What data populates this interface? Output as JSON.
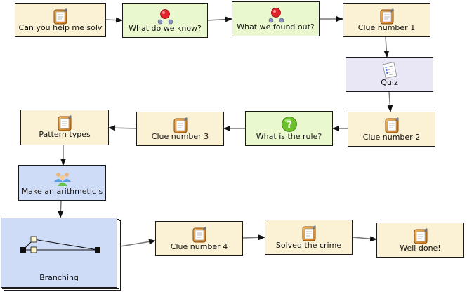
{
  "diagram": {
    "nodes": [
      {
        "id": "n1",
        "label": "Can you help me solv",
        "icon": "notepad-icon"
      },
      {
        "id": "n2",
        "label": "What do we know?",
        "icon": "molecule-icon"
      },
      {
        "id": "n3",
        "label": "What we found out?",
        "icon": "molecule-icon"
      },
      {
        "id": "n4",
        "label": "Clue number 1",
        "icon": "notepad-icon"
      },
      {
        "id": "n5",
        "label": "Quiz",
        "icon": "checklist-icon"
      },
      {
        "id": "n6",
        "label": "Clue number 2",
        "icon": "notepad-icon"
      },
      {
        "id": "n7",
        "label": "What is the rule?",
        "icon": "question-icon"
      },
      {
        "id": "n8",
        "label": "Clue number 3",
        "icon": "notepad-icon"
      },
      {
        "id": "n9",
        "label": "Pattern types",
        "icon": "notepad-icon"
      },
      {
        "id": "n10",
        "label": "Make an arithmetic s",
        "icon": "group-icon"
      },
      {
        "id": "n11",
        "label": "Branching",
        "icon": "branching-icon"
      },
      {
        "id": "n12",
        "label": "Clue number 4",
        "icon": "notepad-icon"
      },
      {
        "id": "n13",
        "label": "Solved the crime",
        "icon": "notepad-icon"
      },
      {
        "id": "n14",
        "label": "Well done!",
        "icon": "notepad-icon"
      }
    ],
    "edges": [
      [
        "n1",
        "n2"
      ],
      [
        "n2",
        "n3"
      ],
      [
        "n3",
        "n4"
      ],
      [
        "n4",
        "n5"
      ],
      [
        "n5",
        "n6"
      ],
      [
        "n6",
        "n7"
      ],
      [
        "n7",
        "n8"
      ],
      [
        "n8",
        "n9"
      ],
      [
        "n9",
        "n10"
      ],
      [
        "n10",
        "n11"
      ],
      [
        "n11",
        "n12"
      ],
      [
        "n12",
        "n13"
      ],
      [
        "n13",
        "n14"
      ]
    ]
  }
}
